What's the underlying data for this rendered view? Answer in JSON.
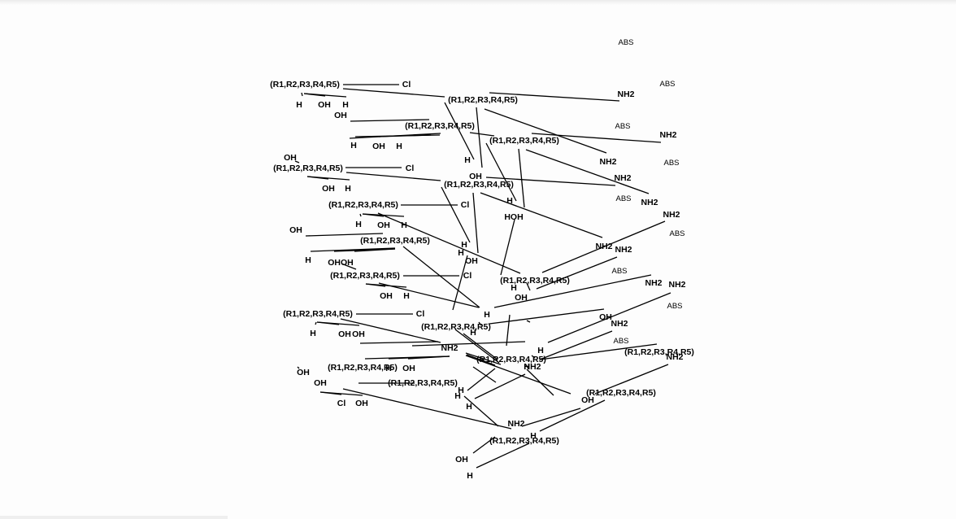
{
  "diagram": {
    "group_text": "(R1,R2,R3,R4,R5)",
    "chloro_text": "Cl",
    "amine_text": "NH2",
    "hydroxyl_text": "OH",
    "hydrogen_text": "H",
    "stereo_text": "ABS",
    "labels": [
      {
        "t": "ABS",
        "c": "abs"
      },
      {
        "t": "ABS",
        "c": "abs"
      },
      {
        "t": "ABS",
        "c": "abs"
      },
      {
        "t": "ABS",
        "c": "abs"
      },
      {
        "t": "ABS",
        "c": "abs"
      },
      {
        "t": "ABS",
        "c": "abs"
      },
      {
        "t": "ABS",
        "c": "abs"
      },
      {
        "t": "ABS",
        "c": "abs"
      },
      {
        "t": "ABS",
        "c": "abs"
      },
      {
        "t": "(R1,R2,R3,R4,R5)"
      },
      {
        "t": "Cl"
      },
      {
        "t": "H"
      },
      {
        "t": "OH"
      },
      {
        "t": "H"
      },
      {
        "t": "OH"
      },
      {
        "t": "(R1,R2,R3,R4,R5)"
      },
      {
        "t": "NH2"
      },
      {
        "t": "(R1,R2,R3,R4,R5)"
      },
      {
        "t": "H"
      },
      {
        "t": "OH"
      },
      {
        "t": "H"
      },
      {
        "t": "(R1,R2,R3,R4,R5)"
      },
      {
        "t": "NH2"
      },
      {
        "t": "NH2"
      },
      {
        "t": "OH"
      },
      {
        "t": "(R1,R2,R3,R4,R5)"
      },
      {
        "t": "Cl"
      },
      {
        "t": "H"
      },
      {
        "t": "OH"
      },
      {
        "t": "H"
      },
      {
        "t": "(R1,R2,R3,R4,R5)"
      },
      {
        "t": "NH2"
      },
      {
        "t": "NH2"
      },
      {
        "t": "H"
      },
      {
        "t": "OH"
      },
      {
        "t": "(R1,R2,R3,R4,R5)"
      },
      {
        "t": "Cl"
      },
      {
        "t": "H"
      },
      {
        "t": "OH"
      },
      {
        "t": "H"
      },
      {
        "t": "HOH"
      },
      {
        "t": "NH2"
      },
      {
        "t": "OH"
      },
      {
        "t": "(R1,R2,R3,R4,R5)"
      },
      {
        "t": "H"
      },
      {
        "t": "H"
      },
      {
        "t": "OH"
      },
      {
        "t": "H"
      },
      {
        "t": "OHOH"
      },
      {
        "t": "NH2"
      },
      {
        "t": "NH2"
      },
      {
        "t": "(R1,R2,R3,R4,R5)"
      },
      {
        "t": "Cl"
      },
      {
        "t": "OH"
      },
      {
        "t": "H"
      },
      {
        "t": "(R1,R2,R3,R4,R5)"
      },
      {
        "t": "H"
      },
      {
        "t": "OH"
      },
      {
        "t": "NH2"
      },
      {
        "t": "NH2"
      },
      {
        "t": "(R1,R2,R3,R4,R5)"
      },
      {
        "t": "Cl"
      },
      {
        "t": "H"
      },
      {
        "t": "OH"
      },
      {
        "t": "OH"
      },
      {
        "t": "H"
      },
      {
        "t": "(R1,R2,R3,R4,R5)"
      },
      {
        "t": "H"
      },
      {
        "t": "OH"
      },
      {
        "t": "NH2"
      },
      {
        "t": "NH2"
      },
      {
        "t": "(R1,R2,R3,R4,R5)"
      },
      {
        "t": "H"
      },
      {
        "t": "OH"
      },
      {
        "t": "H"
      },
      {
        "t": "(R1,R2,R3,R4,R5)"
      },
      {
        "t": "NH2"
      },
      {
        "t": "NH2"
      },
      {
        "t": "(R1,R2,R3,R4,R5)"
      },
      {
        "t": "H"
      },
      {
        "t": "OH"
      },
      {
        "t": "OH"
      },
      {
        "t": "(R1,R2,R3,R4,R5)"
      },
      {
        "t": "Cl"
      },
      {
        "t": "OH"
      },
      {
        "t": "H"
      },
      {
        "t": "H"
      },
      {
        "t": "H"
      },
      {
        "t": "OH"
      },
      {
        "t": "(R1,R2,R3,R4,R5)"
      },
      {
        "t": "NH2"
      },
      {
        "t": "H"
      },
      {
        "t": "(R1,R2,R3,R4,R5)"
      },
      {
        "t": "OH"
      },
      {
        "t": "H"
      },
      {
        "t": "OH"
      }
    ]
  }
}
